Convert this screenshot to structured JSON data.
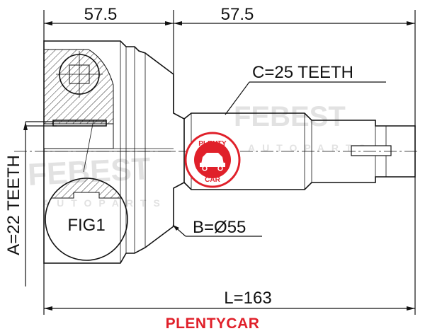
{
  "dimensions": {
    "left_length": "57.5",
    "right_length": "57.5",
    "outer_teeth": "C=25 TEETH",
    "inner_teeth": "A=22 TEETH",
    "seal_diameter": "B=Ø55",
    "total_length": "L=163"
  },
  "labels": {
    "fig": "FIG1"
  },
  "watermark": {
    "text": "FEBEST",
    "subtext": "AUTOPARTS"
  },
  "logo": {
    "top": "PLENTY",
    "bottom": "CAR",
    "color": "#e0202a"
  },
  "brand": {
    "text": "PLENTYCAR",
    "color": "#e0202a"
  }
}
